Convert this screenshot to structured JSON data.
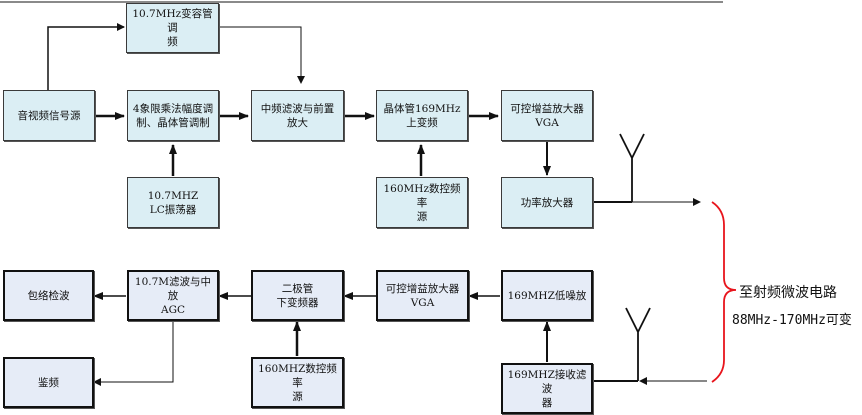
{
  "diagram": {
    "transmit_chain": {
      "blocks": [
        {
          "id": "av-source",
          "label": "音视频信号源"
        },
        {
          "id": "varactor-fm",
          "label": "10.7MHz变容管调\n频"
        },
        {
          "id": "qam-mod",
          "label": "4象限乘法幅度调\n制、晶体管调制"
        },
        {
          "id": "lc-osc",
          "label": "10.7MHZ\nLC振荡器"
        },
        {
          "id": "if-filter-preamp",
          "label": "中频滤波与前置\n放大"
        },
        {
          "id": "upconverter",
          "label": "晶体管169MHz\n上变频"
        },
        {
          "id": "tx-synth",
          "label": "160MHz数控频率\n源"
        },
        {
          "id": "tx-vga",
          "label": "可控增益放大器\nVGA"
        },
        {
          "id": "power-amp",
          "label": "功率放大器"
        }
      ]
    },
    "receive_chain": {
      "blocks": [
        {
          "id": "envelope-detector",
          "label": "包络检波"
        },
        {
          "id": "if-agc",
          "label": "10.7M滤波与中放\nAGC"
        },
        {
          "id": "diode-downconverter",
          "label": "二极管\n下变频器"
        },
        {
          "id": "rx-vga",
          "label": "可控增益放大器\nVGA"
        },
        {
          "id": "lna",
          "label": "169MHZ低噪放"
        },
        {
          "id": "discriminator",
          "label": "鉴频"
        },
        {
          "id": "rx-synth",
          "label": "160MHZ数控频率\n源"
        },
        {
          "id": "rx-filter",
          "label": "169MHZ接收滤波\n器"
        }
      ]
    },
    "annotation": {
      "line1": "至射频微波电路",
      "line2": "88MHz-170MHz可变",
      "brace_color": "#e8141c"
    },
    "colors": {
      "tx_fill": "#dbeef4",
      "rx_fill": "#e6ecf7",
      "line": "#111111"
    }
  }
}
